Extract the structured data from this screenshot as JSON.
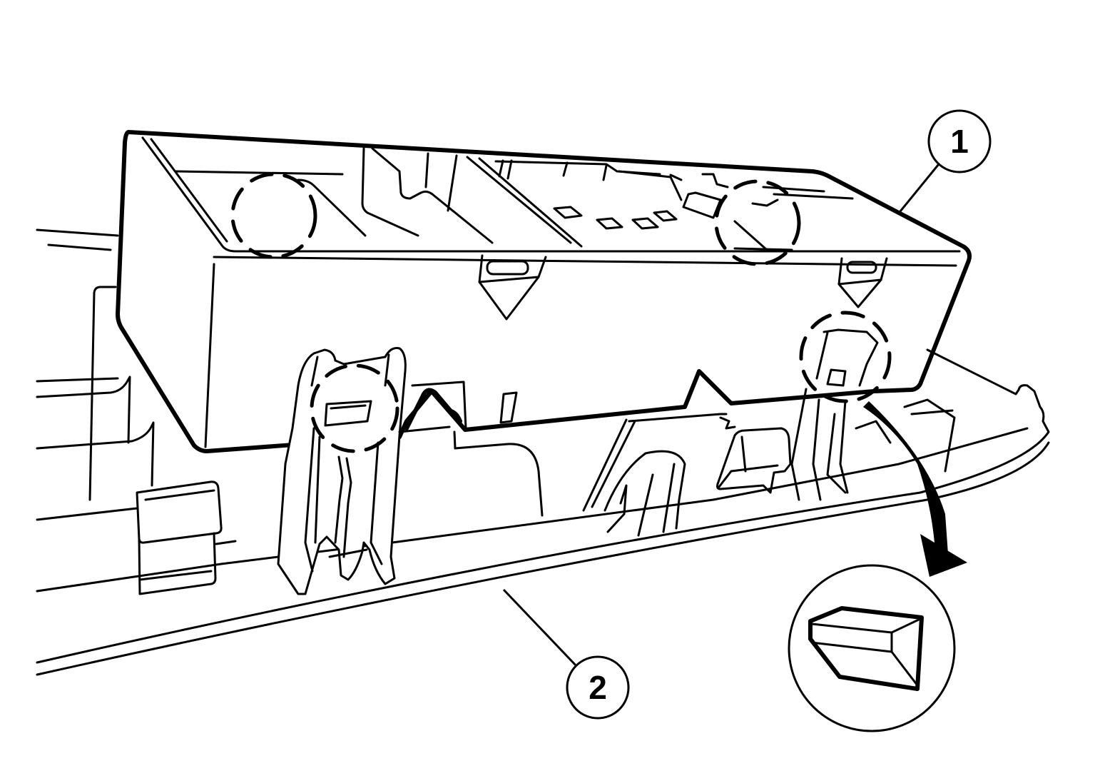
{
  "diagram": {
    "type": "exploded-view line drawing",
    "subject": "Module / housing being released from trim panel retaining clips",
    "background": "#ffffff",
    "stroke_color": "#000000",
    "callouts": [
      {
        "id": "callout-1",
        "label": "1",
        "refers_to": "upper housing / module"
      },
      {
        "id": "callout-2",
        "label": "2",
        "refers_to": "lower trim panel"
      }
    ],
    "highlight_circles": [
      {
        "id": "clip-top-left",
        "style": "dashed"
      },
      {
        "id": "clip-top-right",
        "style": "dashed"
      },
      {
        "id": "clip-lower-left",
        "style": "dashed"
      },
      {
        "id": "clip-lower-right",
        "style": "dashed"
      }
    ],
    "detail_inset": {
      "id": "retainer-detail",
      "content": "wedge-shaped retainer block",
      "shape": "circle"
    },
    "direction_arrow": {
      "id": "release-arrow",
      "direction": "curved downward toward detail inset"
    }
  }
}
